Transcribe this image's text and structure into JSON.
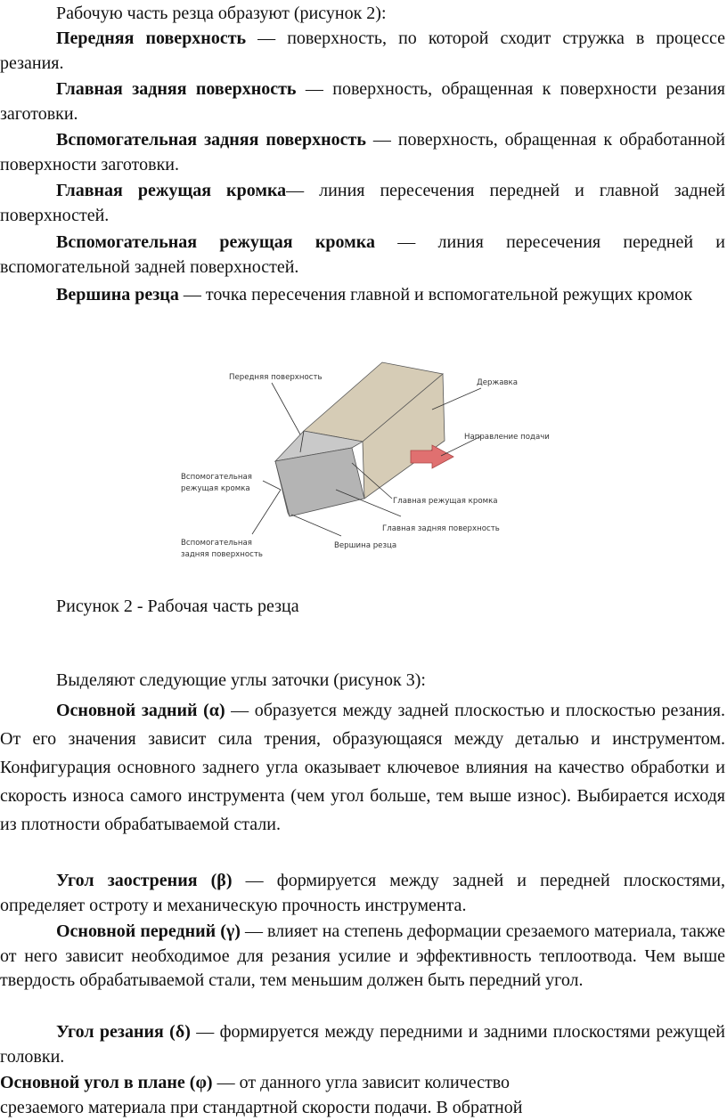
{
  "section1": {
    "intro": "Рабочую часть резца образуют (рисунок 2):",
    "items": [
      {
        "term": "Передняя поверхность",
        "text": " — поверхность, по которой сходит стружка в процессе резания."
      },
      {
        "term": "Главная задняя поверхность",
        "text": " — поверхность, обращенная к поверхности резания заготовки."
      },
      {
        "term": "Вспомогательная задняя поверхность",
        "text": " — поверхность, обращенная к обработанной поверхности заготовки."
      },
      {
        "term": "Главная режущая кромка",
        "text": "— линия пересечения передней и главной задней поверхностей."
      },
      {
        "term": "Вспомогательная режущая кромка",
        "text": " — линия пересечения передней и вспомогательной задней поверхностей."
      },
      {
        "term": "Вершина резца",
        "text": " — точка пересечения главной и вспомогательной режущих кромок"
      }
    ]
  },
  "figure": {
    "labels": {
      "front_surface": "Передняя поверхность",
      "holder": "Державка",
      "feed_direction": "Направление подачи",
      "aux_edge_1": "Вспомогательная",
      "aux_edge_2": "режущая кромка",
      "main_edge": "Главная режущая кромка",
      "main_flank": "Главная задняя поверхность",
      "aux_flank_1": "Вспомогательная",
      "aux_flank_2": "задняя поверхность",
      "tip": "Вершина резца"
    },
    "caption": "Рисунок 2 - Рабочая часть резца",
    "colors": {
      "holder": "#d6ccb6",
      "blade_top": "#c9c9c9",
      "blade_side": "#b4b4b4",
      "arrow": "#e07070"
    }
  },
  "section2": {
    "intro": "Выделяют следующие углы заточки (рисунок 3):",
    "items": [
      {
        "term": "Основной задний (α)",
        "text": " — образуется между задней плоскостью и плоскостью резания. От его значения зависит сила трения, образующаяся между деталью и инструментом. Конфигурация основного заднего угла оказывает ключевое влияния на качество обработки и скорость износа самого инструмента (чем угол больше, тем выше износ). Выбирается исходя из плотности обрабатываемой стали."
      },
      {
        "term": "Угол заострения (β)",
        "text": " — формируется между задней и передней плоскостями, определяет остроту и механическую прочность инструмента."
      },
      {
        "term": "Основной передний (γ)",
        "text": " — влияет на степень деформации срезаемого материала, также от него зависит необходимое для резания усилие и эффективность теплоотвода. Чем выше твердость обрабатываемой стали, тем меньшим должен быть передний угол."
      },
      {
        "term": "Угол резания (δ)",
        "text": " — формируется между передними и задними плоскостями режущей головки."
      }
    ],
    "last": {
      "term": "Основной угол в плане (φ)",
      "text": " — от данного угла зависит количество",
      "line2": "срезаемого материала при стандартной скорости подачи. В обратной"
    }
  }
}
